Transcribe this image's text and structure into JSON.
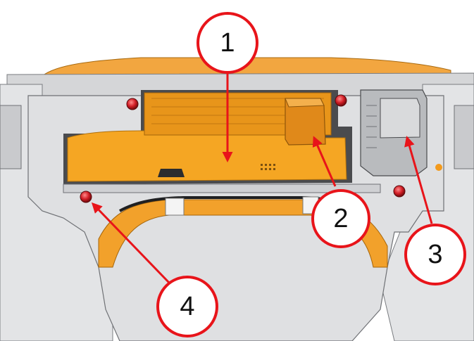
{
  "callouts": [
    {
      "label": "1"
    },
    {
      "label": "2"
    },
    {
      "label": "3"
    },
    {
      "label": "4"
    }
  ],
  "colors": {
    "callout_ring": "#e8141a",
    "arrow": "#e8141a",
    "orange_part": "#f5a623",
    "orange_shadow": "#c97b12",
    "panel_grey": "#d9dadc",
    "panel_dark": "#8c8e91",
    "bolt_red": "#d21e26"
  }
}
